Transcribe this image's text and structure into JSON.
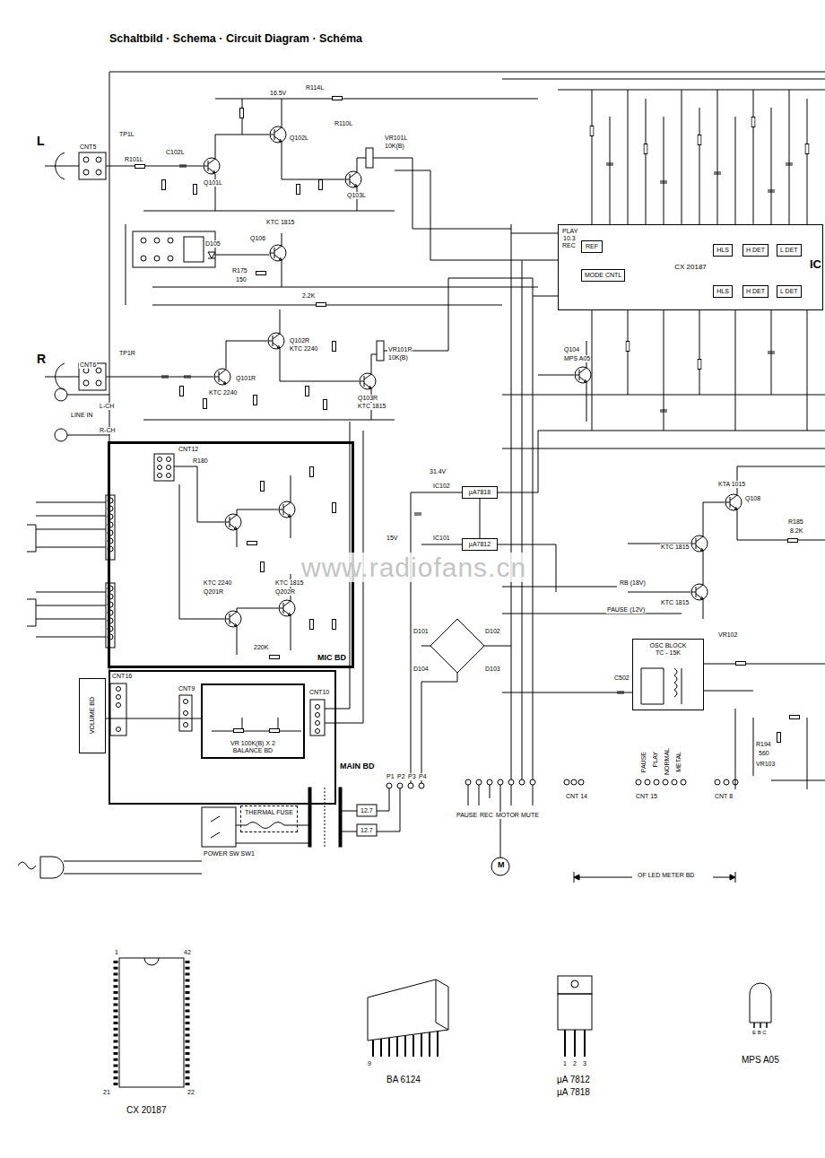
{
  "diagram": {
    "title": "Schaltbild · Schema · Circuit Diagram · Schéma",
    "nodes": [
      {
        "text": [
          "MIC BD"
        ]
      },
      {
        "text": [
          "VOLUME BD"
        ]
      },
      {
        "text": [
          "VR 100K(B) X 2",
          "BALANCE BD"
        ]
      },
      {
        "text": [
          "THERMAL FUSE"
        ]
      },
      {
        "text": [
          "CX 20187"
        ]
      },
      {
        "text": [
          "REF"
        ],
        "in": 4
      },
      {
        "text": [
          "MODE CNTL"
        ],
        "in": 4
      },
      {
        "text": [
          "HLS"
        ],
        "in": 4
      },
      {
        "text": [
          "H DET"
        ],
        "in": 4
      },
      {
        "text": [
          "L DET"
        ],
        "in": 4
      },
      {
        "text": [
          "HLS"
        ],
        "in": 4
      },
      {
        "text": [
          "H DET"
        ],
        "in": 4
      },
      {
        "text": [
          "L DET"
        ],
        "in": 4
      },
      {
        "text": [
          "µA7818"
        ]
      },
      {
        "text": [
          "µA7812"
        ]
      },
      {
        "text": [
          "OSC BLOCK",
          "TC - 15K"
        ]
      }
    ],
    "edges": [
      {
        "from": 13,
        "to": 14,
        "arrow": "none"
      },
      {
        "from": 1,
        "to": 2,
        "arrow": "none"
      }
    ],
    "labels": [
      "L",
      "R",
      "CNT5",
      "CNT6",
      "TP1L",
      "R101L",
      "C102L",
      "Q101L",
      "Q102L",
      "R114L",
      "16.5V",
      "R110L",
      "VR101L",
      "10K(B)",
      "Q103L",
      "KTC 1815",
      "Q106",
      "D105",
      "R175",
      "150",
      "2.2K",
      "Q102R",
      "KTC 2240",
      "Q101R",
      "KTC 2240",
      "VR101R",
      "10K(B)",
      "Q103R",
      "KTC 1815",
      "TP1R",
      "L-CH",
      "LINE IN",
      "R-CH",
      "CNT12",
      "R180",
      "KTC 2240",
      "Q201R",
      "KTC 1815",
      "Q202R",
      "220K",
      "PLAY",
      "10.3",
      "REC",
      "IC",
      "Q104",
      "MPS A05",
      "31.4V",
      "IC102",
      "IC101",
      "15V",
      "D101",
      "D102",
      "D103",
      "D104",
      "RB (18V)",
      "PAUSE (12V)",
      "KTA 1015",
      "Q108",
      "R185",
      "8.2K",
      "KTC 1815",
      "KTC 1815",
      "C502",
      "R194",
      "560",
      "VR103",
      "VR102",
      "CNT16",
      "CNT9",
      "CNT10",
      "MAIN BD",
      "P1",
      "P2",
      "P3",
      "P4",
      "12.7",
      "12.7",
      "POWER SW SW1",
      "PAUSE",
      "REC",
      "MOTOR",
      "MUTE",
      "M",
      "CNT 14",
      "CNT 15",
      "CNT 8",
      "PAUSE",
      "PLAY",
      "NORMAL",
      "METAL",
      "OF LED METER BD",
      "CX 20187",
      "1",
      "42",
      "21",
      "22",
      "9",
      "BA 6124",
      "1",
      "2",
      "3",
      "µA 7812",
      "µA 7818",
      "E B C",
      "MPS A05",
      "www.radiofans.cn"
    ]
  }
}
